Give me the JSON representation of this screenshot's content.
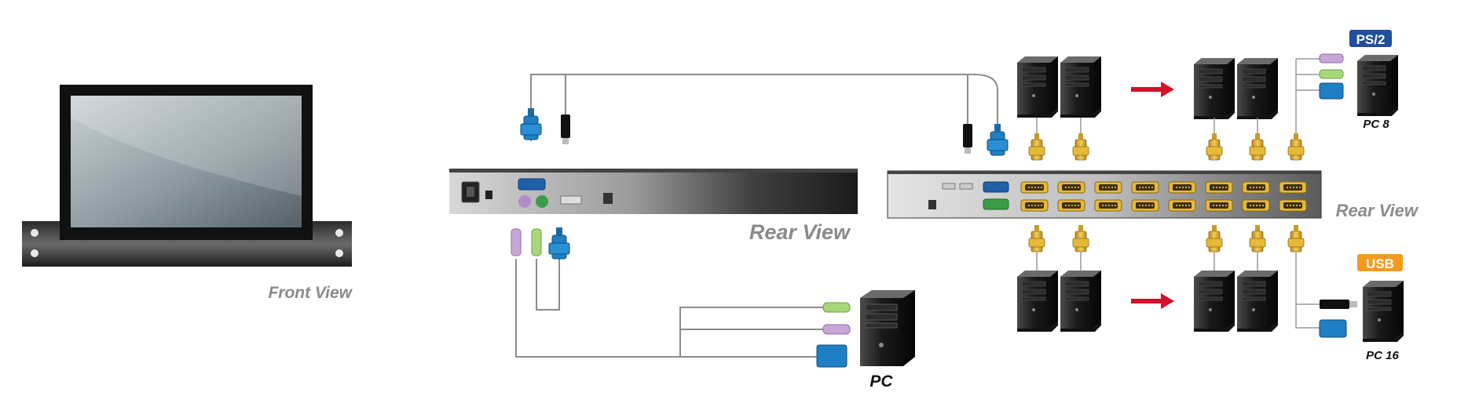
{
  "front": {
    "caption": "Front View"
  },
  "kvm": {
    "caption": "Rear View"
  },
  "switch": {
    "caption": "Rear View"
  },
  "console_pc": {
    "label": "PC"
  },
  "pc8": {
    "label": "PC 8",
    "badge": "PS/2",
    "badge_color": "#1f4e9c"
  },
  "pc16": {
    "label": "PC 16",
    "badge": "USB",
    "badge_color": "#f39a1e"
  },
  "colors": {
    "vga": "#1f7fc4",
    "ps2_kbd": "#c9a6d8",
    "ps2_mouse": "#a8d77a",
    "db_gold": "#e6b93a",
    "arrow": "#d2112a"
  }
}
